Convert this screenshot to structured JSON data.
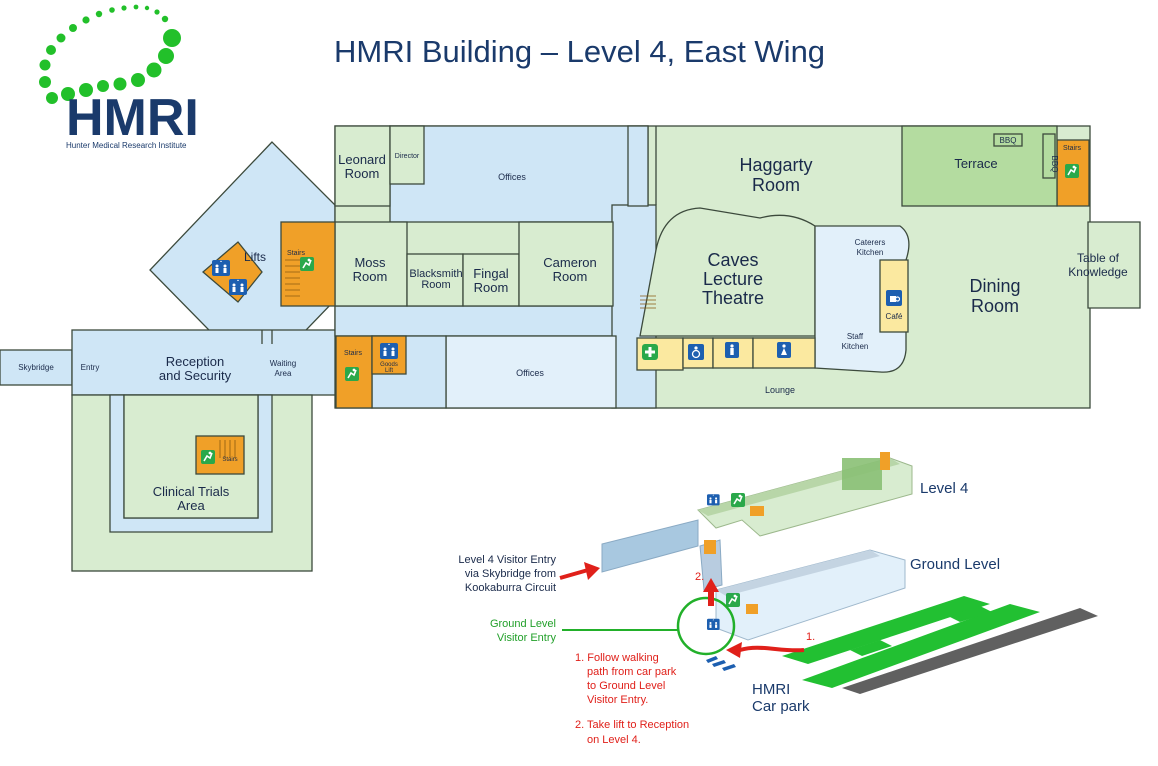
{
  "title": "HMRI Building – Level 4, East Wing",
  "logo": {
    "text": "HMRI",
    "subtitle": "Hunter Medical Research Institute"
  },
  "colors": {
    "room_green": "#d8ecd0",
    "terrace_green": "#b4dca0",
    "corridor_blue": "#cfe6f6",
    "stairs_orange": "#f0a028",
    "service_yellow": "#fbe9a0",
    "outline": "#3c4a3c",
    "title_navy": "#1a3a6b",
    "route_red": "#e0201a",
    "ground_green": "#22b02a",
    "carpark_green": "#22c032",
    "carpark_grey": "#606060"
  },
  "icons": {
    "lifts": "lift-icon",
    "stairs": "stairs-exit-icon",
    "toilet": "toilet-icon",
    "accessible": "accessible-toilet-icon",
    "first_aid": "first-aid-icon",
    "cafe": "coffee-cup-icon"
  },
  "rooms": {
    "leonard": "Leonard Room",
    "leonard_l1": "Leonard",
    "leonard_l2": "Room",
    "director": "Director",
    "offices_north": "Offices",
    "haggarty_l1": "Haggarty",
    "haggarty_l2": "Room",
    "terrace": "Terrace",
    "bbq": "BBQ",
    "bbq_vertical": "BBQ",
    "stairs": "Stairs",
    "moss_l1": "Moss",
    "moss_l2": "Room",
    "blacksmith_l1": "Blacksmith",
    "blacksmith_l2": "Room",
    "fingal_l1": "Fingal",
    "fingal_l2": "Room",
    "cameron_l1": "Cameron",
    "cameron_l2": "Room",
    "caves_l1": "Caves",
    "caves_l2": "Lecture",
    "caves_l3": "Theatre",
    "caterers_l1": "Caterers",
    "caterers_l2": "Kitchen",
    "cafe": "Café",
    "staff_l1": "Staff",
    "staff_l2": "Kitchen",
    "dining_l1": "Dining",
    "dining_l2": "Room",
    "table_l1": "Table of",
    "table_l2": "Knowledge",
    "lounge": "Lounge",
    "offices_south": "Offices",
    "lifts": "Lifts",
    "goods_l1": "Goods",
    "goods_l2": "Lift",
    "waiting_l1": "Waiting",
    "waiting_l2": "Area",
    "reception_l1": "Reception",
    "reception_l2": "and Security",
    "skybridge": "Skybridge",
    "entry": "Entry",
    "clinical_l1": "Clinical Trials",
    "clinical_l2": "Area"
  },
  "inset": {
    "level4": "Level 4",
    "ground_level": "Ground Level",
    "visitor_entry_l1": "Level 4 Visitor Entry",
    "visitor_entry_l2": "via Skybridge from",
    "visitor_entry_l3": "Kookaburra Circuit",
    "ground_entry_l1": "Ground Level",
    "ground_entry_l2": "Visitor Entry",
    "carpark_l1": "HMRI",
    "carpark_l2": "Car park",
    "step1_marker": "1.",
    "step2_marker": "2.",
    "step1_l1": "1. Follow walking",
    "step1_l2": "path from car park",
    "step1_l3": "to Ground Level",
    "step1_l4": "Visitor Entry.",
    "step2_l1": "2. Take lift to Reception",
    "step2_l2": "on Level 4."
  }
}
